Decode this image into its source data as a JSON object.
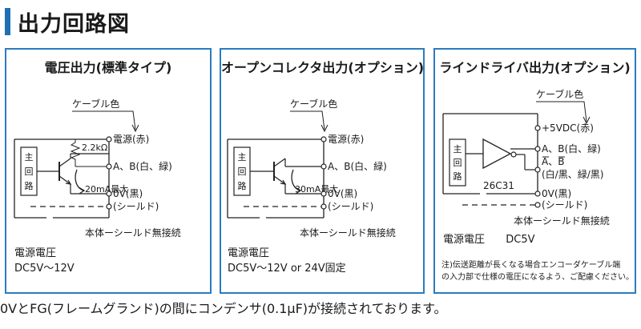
{
  "page": {
    "title": "出力回路図",
    "footer": "0VとFG(フレームグランド)の間にコンデンサ(0.1μF)が接続されております。"
  },
  "panels": [
    {
      "title": "電圧出力(標準タイプ)",
      "cable_label": "ケーブル色",
      "main_circuit": [
        "主",
        "回",
        "路"
      ],
      "resistor": "2.2kΩ",
      "current": "20mA最大",
      "pins": [
        "電源(赤)",
        "A、B(白、緑)",
        "0V(黒)",
        "(シールド)"
      ],
      "body_note": "本体ーシールド無接続",
      "spec_label": "電源電圧",
      "spec_value": "DC5V〜12V"
    },
    {
      "title": "オープンコレクタ出力(オプション)",
      "cable_label": "ケーブル色",
      "main_circuit": [
        "主",
        "回",
        "路"
      ],
      "current": "30mA最大",
      "pins": [
        "電源(赤)",
        "A、B(白、緑)",
        "0V(黒)",
        "(シールド)"
      ],
      "body_note": "本体ーシールド無接続",
      "spec_label": "電源電圧",
      "spec_value": "DC5V〜12V or 24V固定"
    },
    {
      "title": "ラインドライバ出力(オプション)",
      "cable_label": "ケーブル色",
      "main_circuit": [
        "主",
        "回",
        "路"
      ],
      "ic_label": "26C31",
      "pins": [
        "+5VDC(赤)",
        "A、B(白、緑)",
        "A、B",
        "(白/黒、緑/黒)",
        "0V(黒)",
        "(シールド)"
      ],
      "body_note": "本体ーシールド無接続",
      "spec_label": "電源電圧",
      "spec_value": "DC5V",
      "note_lines": [
        "注)伝送距離が長くなる場合エンコーダケーブル端",
        "の入力部で仕様の電圧になるよう、ご配慮ください。"
      ]
    }
  ]
}
